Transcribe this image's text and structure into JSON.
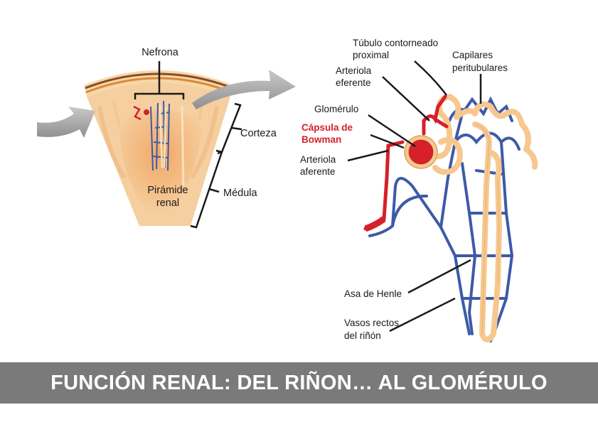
{
  "kidney": {
    "nefrona": "Nefrona",
    "corteza": "Corteza",
    "medula": "Médula",
    "piramide_line1": "Pirámide",
    "piramide_line2": "renal"
  },
  "nephron": {
    "tubulo_line1": "Túbulo contorneado",
    "tubulo_line2": "proximal",
    "arteriola_ef_line1": "Arteriola",
    "arteriola_ef_line2": "eferente",
    "capilares_line1": "Capilares",
    "capilares_line2": "peritubulares",
    "glomerulo": "Glomérulo",
    "capsula_line1": "Cápsula de",
    "capsula_line2": "Bowman",
    "arteriola_af_line1": "Arteriola",
    "arteriola_af_line2": "aferente",
    "asa": "Asa de Henle",
    "vasos_line1": "Vasos rectos",
    "vasos_line2": "del riñón"
  },
  "banner": {
    "title": "FUNCIÓN RENAL: DEL RIÑON… AL GLOMÉRULO"
  },
  "colors": {
    "artery": "#d6202a",
    "vein": "#3d5aa8",
    "tubule": "#f6c88f",
    "cortex": "#f4c590",
    "banner": "#7a7a7a"
  }
}
